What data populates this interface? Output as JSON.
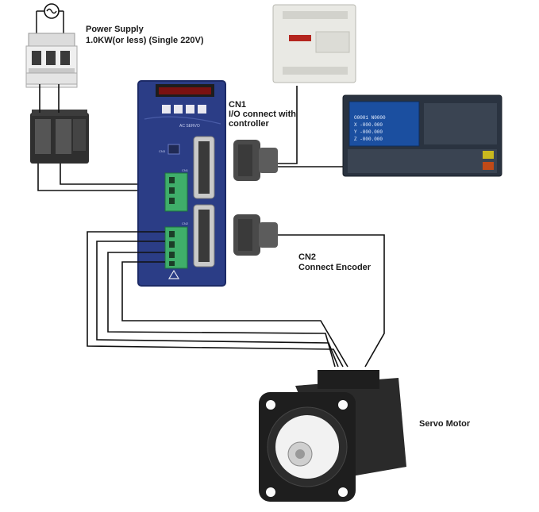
{
  "labels": {
    "power_supply_title": "Power Supply",
    "power_supply_spec": "1.0KW(or less) (Single 220V)",
    "cn1_title": "CN1",
    "cn1_line1": "I/O connect with",
    "cn1_line2": "controller",
    "cn2_title": "CN2",
    "cn2_desc": "Connect Encoder",
    "servo_motor": "Servo Motor"
  },
  "drive_panel": {
    "brand_text": "AC SERVO",
    "port_cn3": "CN3",
    "port_cn1": "CN1",
    "port_cn2": "CN2"
  },
  "controller_screen": {
    "lines": [
      "O0001 N0000",
      "X  -000.000",
      "Y  -000.000",
      "Z  -000.000"
    ]
  },
  "colors": {
    "drive_body": "#2b3d86",
    "drive_dark": "#1c2a66",
    "terminal_green": "#3fae6a",
    "plc_body": "#e9e9e4",
    "cnc_panel": "#2a3340",
    "cnc_screen": "#1b4fa0",
    "motor_body": "#1e1e1e",
    "wire": "#111111"
  }
}
